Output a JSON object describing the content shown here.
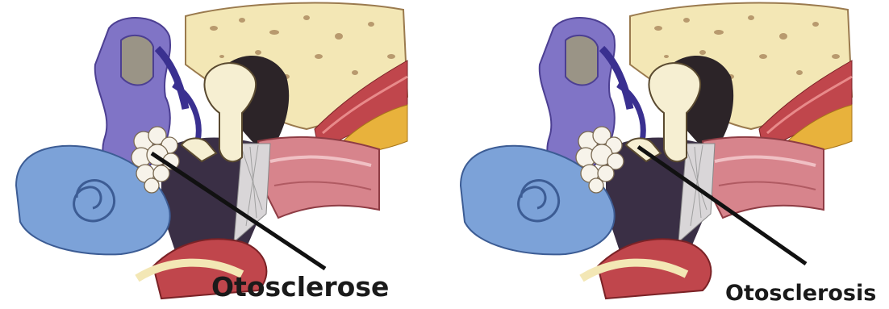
{
  "figure": {
    "left_caption": "Otosclerose",
    "right_caption": "Otosclerosis",
    "colors": {
      "bone": "#f3e7b5",
      "bone_spots": "#b89a6e",
      "labyrinth": "#8074c6",
      "cochlea": "#7ca2d8",
      "dark_cavity": "#2c2428",
      "muscle": "#c0464c",
      "fat": "#e8b23c",
      "ear_canal": "#d7848c",
      "sclerosis": "#f7f3ea",
      "pointer": "#111111"
    },
    "icons": [
      "ear-anatomy-illustration",
      "pointer-line"
    ]
  }
}
